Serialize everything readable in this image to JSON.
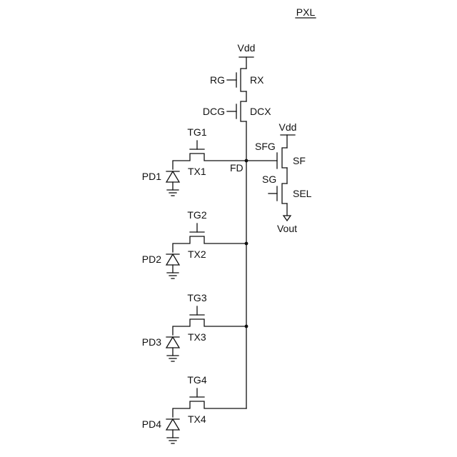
{
  "title": "PXL",
  "supply": {
    "top": "Vdd",
    "sf": "Vdd"
  },
  "reset": {
    "gate": "RG",
    "name": "RX"
  },
  "dcg": {
    "gate": "DCG",
    "name": "DCX"
  },
  "source_follower": {
    "gate": "SFG",
    "name": "SF"
  },
  "select": {
    "gate": "SG",
    "name": "SEL"
  },
  "floating_diffusion": "FD",
  "output": "Vout",
  "transfers": [
    {
      "gate": "TG1",
      "name": "TX1",
      "pd": "PD1"
    },
    {
      "gate": "TG2",
      "name": "TX2",
      "pd": "PD2"
    },
    {
      "gate": "TG3",
      "name": "TX3",
      "pd": "PD3"
    },
    {
      "gate": "TG4",
      "name": "TX4",
      "pd": "PD4"
    }
  ]
}
